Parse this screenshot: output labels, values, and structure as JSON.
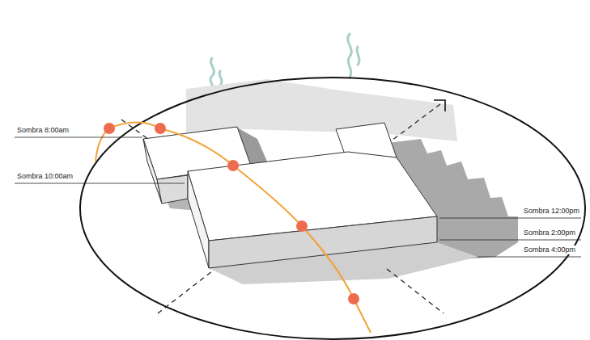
{
  "diagram": {
    "labels": [
      "Sombra 8:00am",
      "Sombra 10:00am",
      "Sombra 12:00pm",
      "Sombra 2:00pm",
      "Sombra 4:00pm"
    ]
  }
}
